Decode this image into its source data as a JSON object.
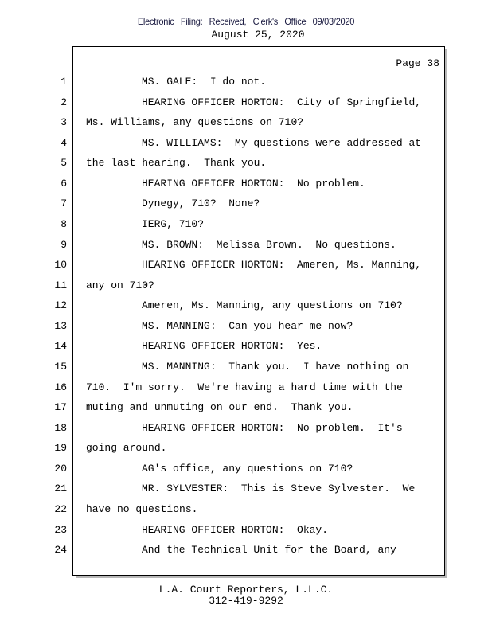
{
  "header": {
    "filing_stamp": "Electronic Filing: Received, Clerk's Office 09/03/2020",
    "date": "August 25, 2020"
  },
  "page_label": "Page 38",
  "lines": [
    {
      "n": "1",
      "indent": true,
      "text": "MS. GALE:  I do not."
    },
    {
      "n": "2",
      "indent": true,
      "text": "HEARING OFFICER HORTON:  City of Springfield,"
    },
    {
      "n": "3",
      "indent": false,
      "text": "Ms. Williams, any questions on 710?"
    },
    {
      "n": "4",
      "indent": true,
      "text": "MS. WILLIAMS:  My questions were addressed at"
    },
    {
      "n": "5",
      "indent": false,
      "text": "the last hearing.  Thank you."
    },
    {
      "n": "6",
      "indent": true,
      "text": "HEARING OFFICER HORTON:  No problem."
    },
    {
      "n": "7",
      "indent": true,
      "text": "Dynegy, 710?  None?"
    },
    {
      "n": "8",
      "indent": true,
      "text": "IERG, 710?"
    },
    {
      "n": "9",
      "indent": true,
      "text": "MS. BROWN:  Melissa Brown.  No questions."
    },
    {
      "n": "10",
      "indent": true,
      "text": "HEARING OFFICER HORTON:  Ameren, Ms. Manning,"
    },
    {
      "n": "11",
      "indent": false,
      "text": "any on 710?"
    },
    {
      "n": "12",
      "indent": true,
      "text": "Ameren, Ms. Manning, any questions on 710?"
    },
    {
      "n": "13",
      "indent": true,
      "text": "MS. MANNING:  Can you hear me now?"
    },
    {
      "n": "14",
      "indent": true,
      "text": "HEARING OFFICER HORTON:  Yes."
    },
    {
      "n": "15",
      "indent": true,
      "text": "MS. MANNING:  Thank you.  I have nothing on"
    },
    {
      "n": "16",
      "indent": false,
      "text": "710.  I'm sorry.  We're having a hard time with the"
    },
    {
      "n": "17",
      "indent": false,
      "text": "muting and unmuting on our end.  Thank you."
    },
    {
      "n": "18",
      "indent": true,
      "text": "HEARING OFFICER HORTON:  No problem.  It's"
    },
    {
      "n": "19",
      "indent": false,
      "text": "going around."
    },
    {
      "n": "20",
      "indent": true,
      "text": "AG's office, any questions on 710?"
    },
    {
      "n": "21",
      "indent": true,
      "text": "MR. SYLVESTER:  This is Steve Sylvester.  We"
    },
    {
      "n": "22",
      "indent": false,
      "text": "have no questions."
    },
    {
      "n": "23",
      "indent": true,
      "text": "HEARING OFFICER HORTON:  Okay."
    },
    {
      "n": "24",
      "indent": true,
      "text": "And the Technical Unit for the Board, any"
    }
  ],
  "footer": {
    "company": "L.A. Court Reporters, L.L.C.",
    "phone": "312-419-9292"
  }
}
